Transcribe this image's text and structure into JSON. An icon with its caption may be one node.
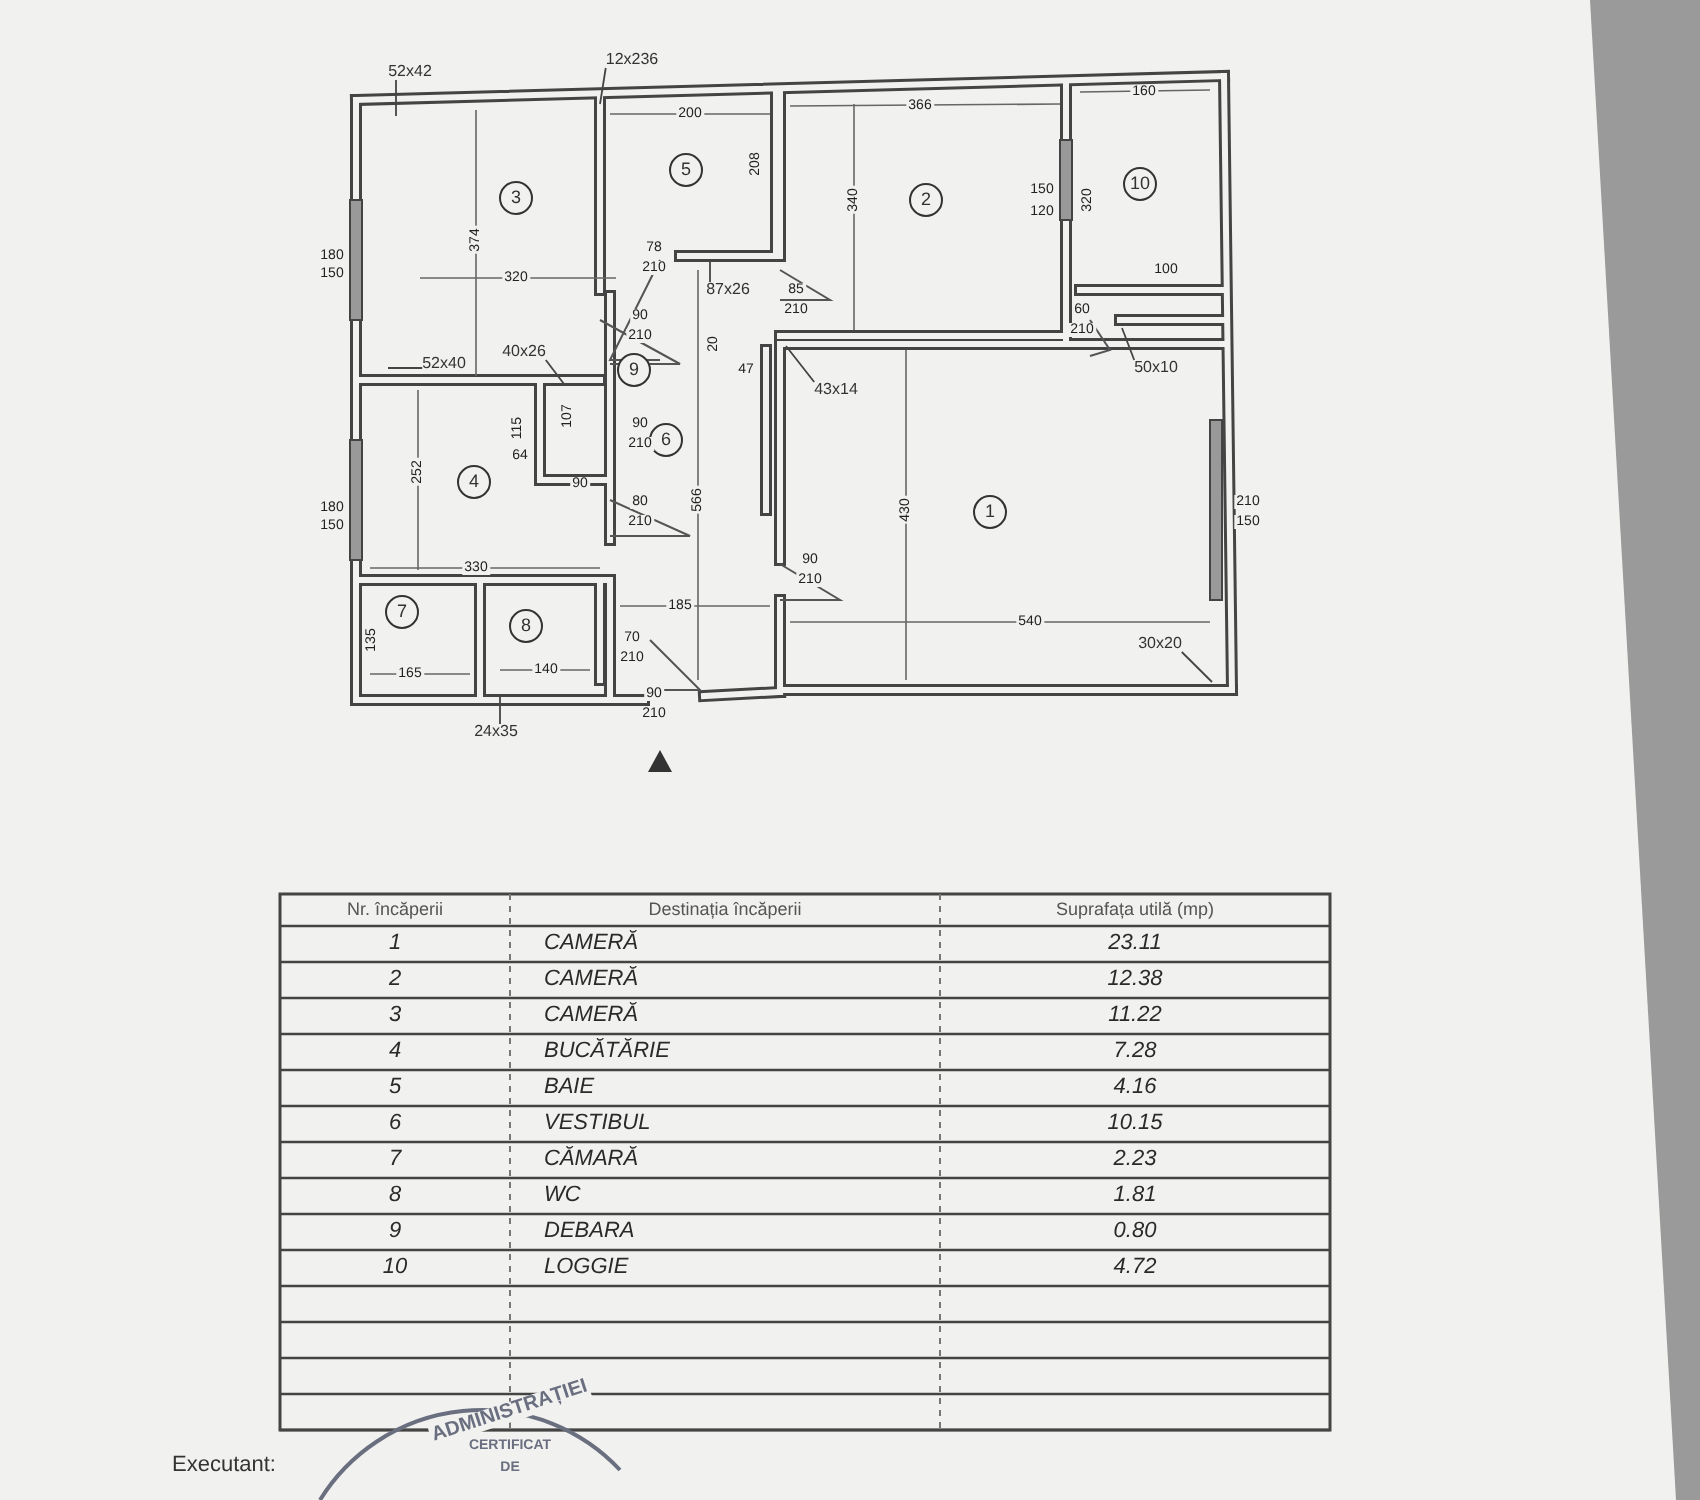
{
  "diagram": {
    "nodes": [
      {
        "text": [
          "52x42"
        ]
      },
      {
        "text": [
          "12x236"
        ]
      },
      {
        "text": [
          "3"
        ]
      },
      {
        "text": [
          "5"
        ]
      },
      {
        "text": [
          "2"
        ]
      },
      {
        "text": [
          "10"
        ]
      },
      {
        "text": [
          "87x26"
        ]
      },
      {
        "text": [
          "43x14"
        ]
      },
      {
        "text": [
          "50x10"
        ]
      },
      {
        "text": [
          "52x40"
        ]
      },
      {
        "text": [
          "40x26"
        ]
      },
      {
        "text": [
          "9"
        ]
      },
      {
        "text": [
          "6"
        ]
      },
      {
        "text": [
          "4"
        ]
      },
      {
        "text": [
          "1"
        ]
      },
      {
        "text": [
          "7"
        ]
      },
      {
        "text": [
          "8"
        ]
      },
      {
        "text": [
          "30x20"
        ]
      },
      {
        "text": [
          "24x35"
        ]
      }
    ],
    "edges": [
      {
        "from": 0,
        "to": null,
        "arrow": "none"
      },
      {
        "from": 1,
        "to": null,
        "arrow": "none"
      },
      {
        "from": 6,
        "to": null,
        "arrow": "none"
      },
      {
        "from": 7,
        "to": null,
        "arrow": "none"
      },
      {
        "from": 8,
        "to": null,
        "arrow": "none"
      },
      {
        "from": 9,
        "to": null,
        "arrow": "none"
      },
      {
        "from": 10,
        "to": null,
        "arrow": "none"
      },
      {
        "from": 17,
        "to": null,
        "arrow": "none"
      },
      {
        "from": 18,
        "to": null,
        "arrow": "none"
      }
    ],
    "labels": [
      "200",
      "366",
      "160",
      "208",
      "374",
      "340",
      "150",
      "120",
      "320",
      "180",
      "150",
      "78",
      "210",
      "320",
      "100",
      "90",
      "210",
      "85",
      "210",
      "60",
      "210",
      "20",
      "47",
      "115",
      "107",
      "90",
      "210",
      "64",
      "90",
      "252",
      "180",
      "150",
      "80",
      "210",
      "566",
      "430",
      "210",
      "150",
      "330",
      "90",
      "210",
      "185",
      "540",
      "135",
      "70",
      "210",
      "165",
      "140",
      "90",
      "210",
      "Nr. încăperii",
      "Destinația încăperii",
      "Suprafața utilă (mp)",
      "1",
      "CAMERĂ",
      "23.11",
      "2",
      "CAMERĂ",
      "12.38",
      "3",
      "CAMERĂ",
      "11.22",
      "4",
      "BUCĂTĂRIE",
      "7.28",
      "5",
      "BAIE",
      "4.16",
      "6",
      "VESTIBUL",
      "10.15",
      "7",
      "CĂMARĂ",
      "2.23",
      "8",
      "WC",
      "1.81",
      "9",
      "DEBARA",
      "0.80",
      "10",
      "LOGGIE",
      "4.72",
      "ADMINISTRAȚIEI",
      "CERTIFICAT",
      "DE",
      "Executant:"
    ]
  }
}
